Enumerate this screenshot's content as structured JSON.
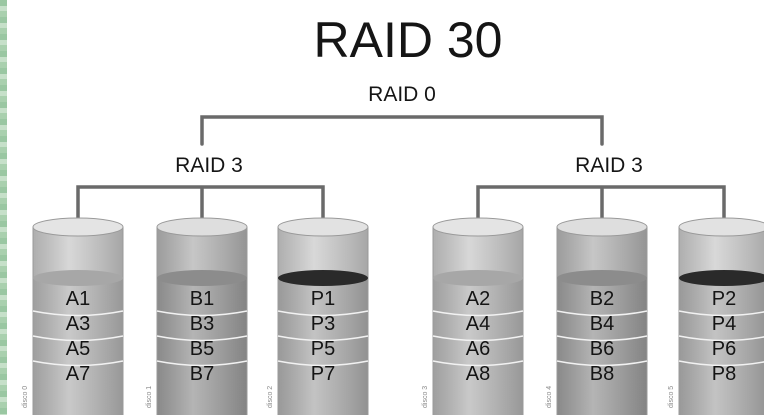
{
  "title": "RAID 30",
  "top_level": "RAID 0",
  "groups": [
    {
      "label": "RAID 3",
      "disks": [
        {
          "label": "disco 0",
          "blocks": [
            "A1",
            "A3",
            "A5",
            "A7"
          ],
          "tone": "light"
        },
        {
          "label": "disco 1",
          "blocks": [
            "B1",
            "B3",
            "B5",
            "B7"
          ],
          "tone": "mid"
        },
        {
          "label": "disco 2",
          "blocks": [
            "P1",
            "P3",
            "P5",
            "P7"
          ],
          "tone": "parity"
        }
      ]
    },
    {
      "label": "RAID 3",
      "disks": [
        {
          "label": "disco 3",
          "blocks": [
            "A2",
            "A4",
            "A6",
            "A8"
          ],
          "tone": "light"
        },
        {
          "label": "disco 4",
          "blocks": [
            "B2",
            "B4",
            "B6",
            "B8"
          ],
          "tone": "mid"
        },
        {
          "label": "disco 5",
          "blocks": [
            "P2",
            "P4",
            "P6",
            "P8"
          ],
          "tone": "parity"
        }
      ]
    }
  ],
  "colors": {
    "connector": "#6a6a6a",
    "tones": {
      "light": {
        "top": "#e4e4e4",
        "body": "#cfcfcf",
        "fill": "#bdbdbd",
        "ellipse": "#a7a7a7"
      },
      "mid": {
        "top": "#dedede",
        "body": "#bababa",
        "fill": "#a4a4a4",
        "ellipse": "#8c8c8c"
      },
      "parity": {
        "top": "#e2e2e2",
        "body": "#d0d0d0",
        "fill": "#b6b6b6",
        "ellipse": "#2a2a2a"
      }
    }
  }
}
